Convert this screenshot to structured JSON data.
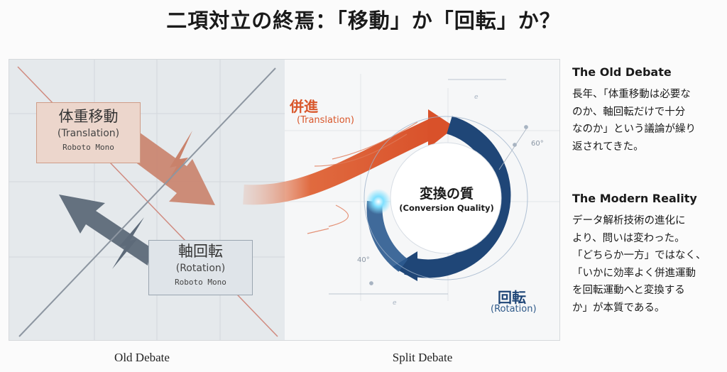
{
  "title": "二項対立の終焉：「移動」か「回転」か？",
  "old_panel": {
    "translation_box": {
      "jp": "体重移動",
      "en": "(Translation)",
      "font_note": "Roboto Mono"
    },
    "rotation_box": {
      "jp": "軸回転",
      "en": "(Rotation)",
      "font_note": "Roboto Mono"
    }
  },
  "new_panel": {
    "translation": {
      "jp": "併進",
      "en": "(Translation)"
    },
    "center": {
      "jp": "変換の質",
      "en": "(Conversion Quality)"
    },
    "rotation": {
      "jp": "回転",
      "en": "(Rotation)"
    },
    "angle_labels": [
      "60°",
      "40°"
    ],
    "dimension_labels": [
      "e",
      "e"
    ]
  },
  "captions": {
    "left": "Old Debate",
    "right": "Split Debate"
  },
  "sidebar": {
    "old": {
      "heading": "The Old Debate",
      "lines": [
        "長年、「体重移動は必要な",
        "のか、軸回転だけで十分",
        "なのか」という議論が繰り",
        "返されてきた。"
      ]
    },
    "modern": {
      "heading": "The Modern Reality",
      "lines": [
        "データ解析技術の進化に",
        "より、問いは変わった。",
        "「どちらか一方」ではなく、",
        "「いかに効率よく併進運動",
        "を回転運動へと変換する",
        "か」が本質である。"
      ]
    }
  },
  "colors": {
    "orange": "#d9572b",
    "navy": "#1f4677",
    "left_bg": "#e5e9ec",
    "right_bg": "#f6f7f8"
  }
}
